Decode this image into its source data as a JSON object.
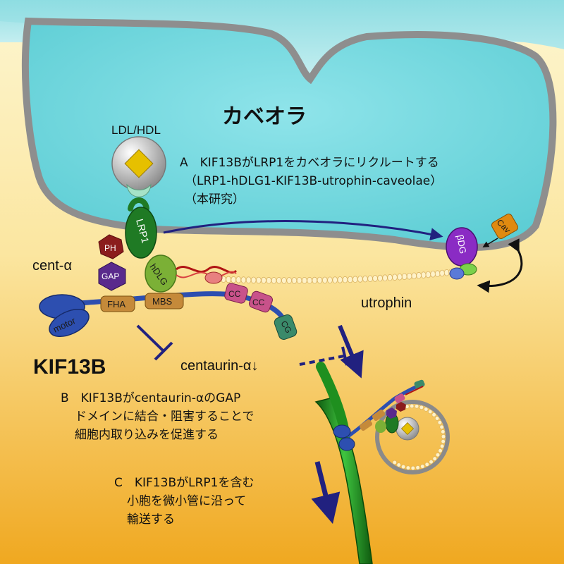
{
  "caveola": {
    "title": "カベオラ"
  },
  "ligand": {
    "label": "LDL/HDL"
  },
  "statement_a": {
    "line1": "A　KIF13BがLRP1をカベオラにリクルートする",
    "line2": "（LRP1-hDLG1-KIF13B-utrophin-caveolae）",
    "line3": "（本研究）"
  },
  "statement_b": {
    "line1": "B　KIF13Bがcentaurin-αのGAP",
    "line2": "ドメインに結合・阻害することで",
    "line3": "細胞内取り込みを促進する"
  },
  "statement_c": {
    "line1": "C　KIF13BがLRP1を含む",
    "line2": "小胞を微小管に沿って",
    "line3": "輸送する"
  },
  "labels": {
    "cent_alpha": "cent-α",
    "kif13b": "KIF13B",
    "centaurin": "centaurin-α↓",
    "utrophin": "utrophin"
  },
  "domains": {
    "lrp1": "LRP1",
    "hdlg": "hDLG",
    "ph": "PH",
    "gap": "GAP",
    "motor": "motor",
    "fha": "FHA",
    "mbs": "MBS",
    "cc1": "CC",
    "cc2": "CC",
    "cg": "CG",
    "bdg": "βDG",
    "cav": "Cav"
  },
  "colors": {
    "caveola_fill": "#6fd6dc",
    "caveola_stroke": "#8e8e8e",
    "arrow": "#21217f",
    "microtubule": "#1f8f1f",
    "lrp1": "#1f7a24",
    "hdlg": "#7bb036",
    "ph": "#8b1d1d",
    "gap": "#5a2a8c",
    "motor": "#2d4fb0",
    "fha_mbs": "#c58a3a",
    "cc": "#c8528a",
    "cg": "#3a8a6a",
    "bdg": "#8a2bc4",
    "cav": "#e08a10"
  }
}
